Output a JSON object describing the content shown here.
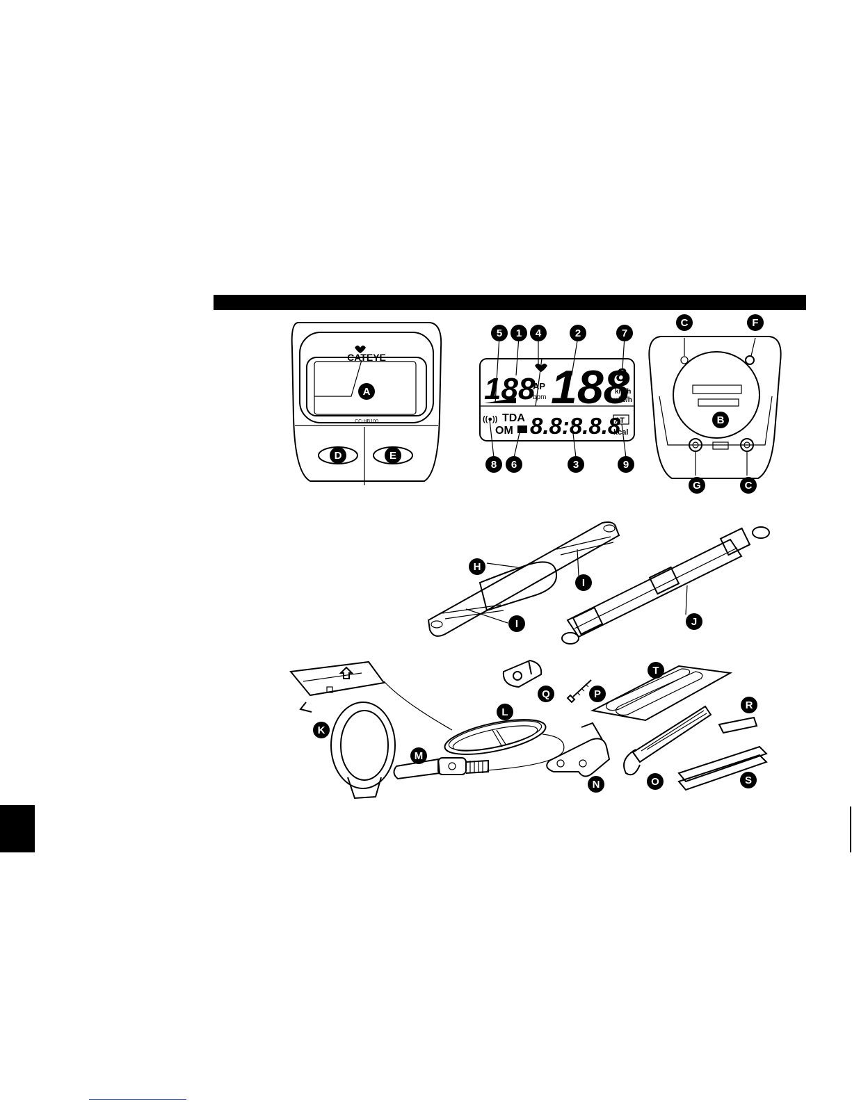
{
  "computer": {
    "brand": "CATEYE",
    "model": "CC-HB100"
  },
  "lcd": {
    "upper_left_digits": "188",
    "ap_label": "AP",
    "bpm_label": "bpm",
    "speed_digits": "188",
    "speed_small_digit": "8",
    "unit_kmh": "km/h",
    "unit_mileh": "mile/h",
    "tda_label": "TDA",
    "om_label": "OM",
    "lower_digits": "8.8:8.8.8",
    "at_label": "AT",
    "kcal_label": "kcal",
    "signal_symbol": "((●))"
  },
  "callouts": {
    "A": "A",
    "B": "B",
    "C": "C",
    "D": "D",
    "E": "E",
    "F": "F",
    "G": "G",
    "H": "H",
    "I": "I",
    "J": "J",
    "K": "K",
    "L": "L",
    "M": "M",
    "N": "N",
    "O": "O",
    "P": "P",
    "Q": "Q",
    "R": "R",
    "S": "S",
    "T": "T",
    "n1": "1",
    "n2": "2",
    "n3": "3",
    "n4": "4",
    "n5": "5",
    "n6": "6",
    "n7": "7",
    "n8": "8",
    "n9": "9"
  }
}
